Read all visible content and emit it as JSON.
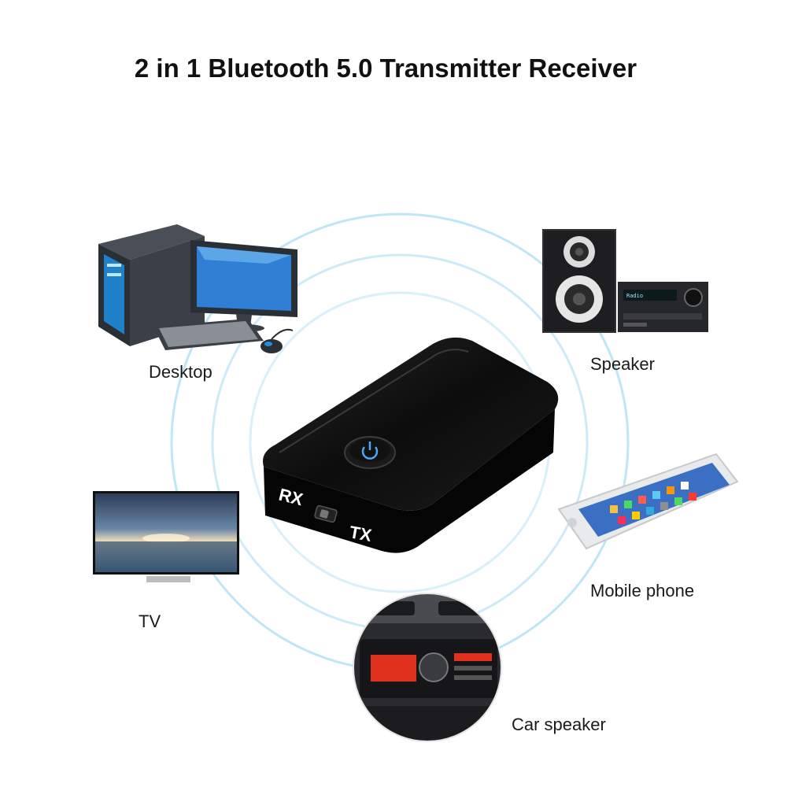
{
  "title": "2 in 1 Bluetooth 5.0 Transmitter Receiver",
  "labels": {
    "desktop": "Desktop",
    "speaker": "Speaker",
    "tv": "TV",
    "mobile_phone": "Mobile phone",
    "car_speaker": "Car speaker"
  },
  "device": {
    "rx_label": "RX",
    "tx_label": "TX"
  },
  "colors": {
    "wave": "#bfe6f4",
    "device_body": "#0c0c0c",
    "monitor_screen": "#2f7fd4",
    "car_radio_display": "#e0301e"
  },
  "icons": {
    "power": "power-icon"
  }
}
